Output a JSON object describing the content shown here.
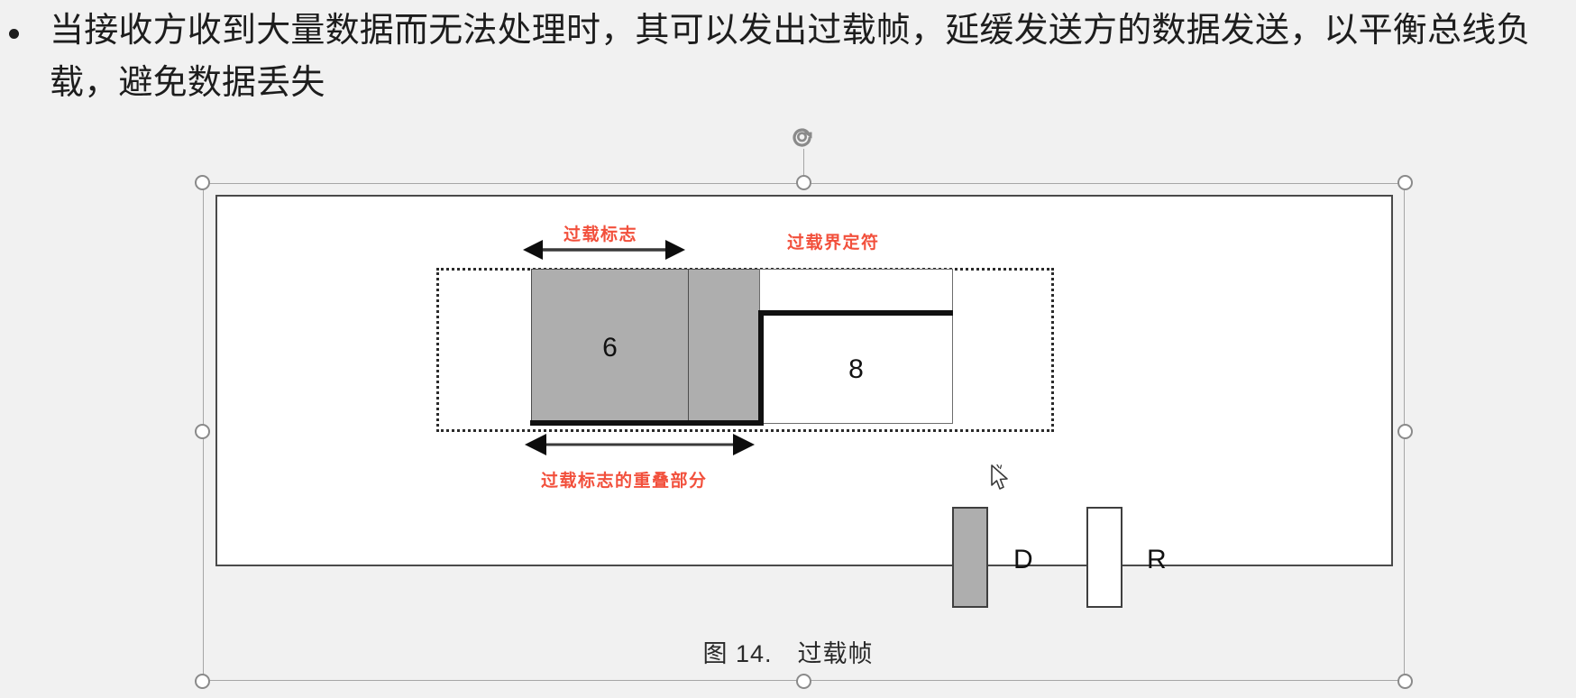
{
  "slide": {
    "bullet": {
      "marker": "bullet-dot",
      "text": "当接收方收到大量数据而无法处理时，其可以发出过载帧，延缓发送方的数据发送，以平衡总线负载，避免数据丢失"
    },
    "caption": "图 14.　过载帧"
  },
  "selection": {
    "rotate_icon": "rotate-icon",
    "handles": [
      "top-left",
      "top-center",
      "top-right",
      "middle-left",
      "middle-right",
      "bottom-left",
      "bottom-center",
      "bottom-right"
    ]
  },
  "diagram": {
    "blocks": {
      "overload_flag_value": "6",
      "overload_delimiter_value": "8"
    },
    "annotations": {
      "overload_flag": "过载标志",
      "overload_delimiter": "过载界定符",
      "overlap_part": "过载标志的重叠部分"
    },
    "legend": [
      {
        "name": "dominant",
        "label": "D",
        "fill": "#aeaeae"
      },
      {
        "name": "recessive",
        "label": "R",
        "fill": "#ffffff"
      }
    ],
    "colors": {
      "dominant_fill": "#aeaeae",
      "recessive_fill": "#ffffff",
      "annotation_red": "#f2503c",
      "stroke_dark": "#111111",
      "slide_background": "#f1f1f1"
    }
  },
  "cursor": {
    "type": "arrow-move-cursor"
  }
}
